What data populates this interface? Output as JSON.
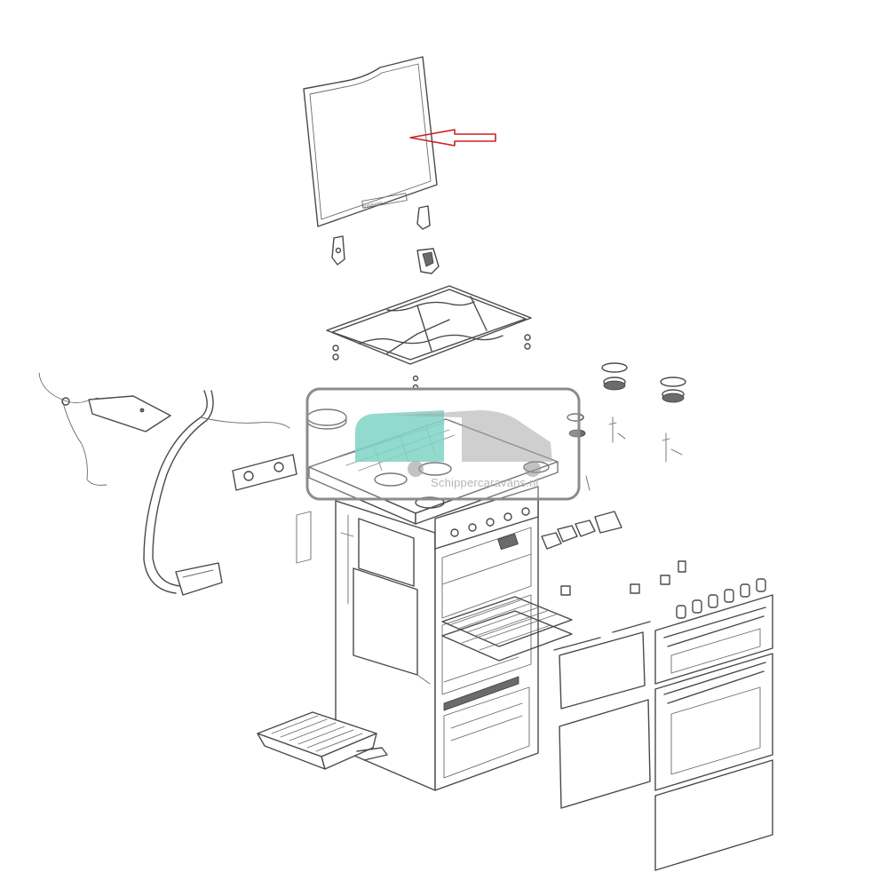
{
  "diagram": {
    "type": "exploded-parts-view",
    "subject": "freestanding gas cooker",
    "highlighted_part": "glass-lid",
    "arrow_color": "#cc2222"
  },
  "lid": {
    "brand_plate": "CUISINAIRE"
  },
  "watermark": {
    "text": "Schippercaravans.nl",
    "frame_color": "#8c8c8c",
    "logo_color": "#7fd3c6"
  }
}
